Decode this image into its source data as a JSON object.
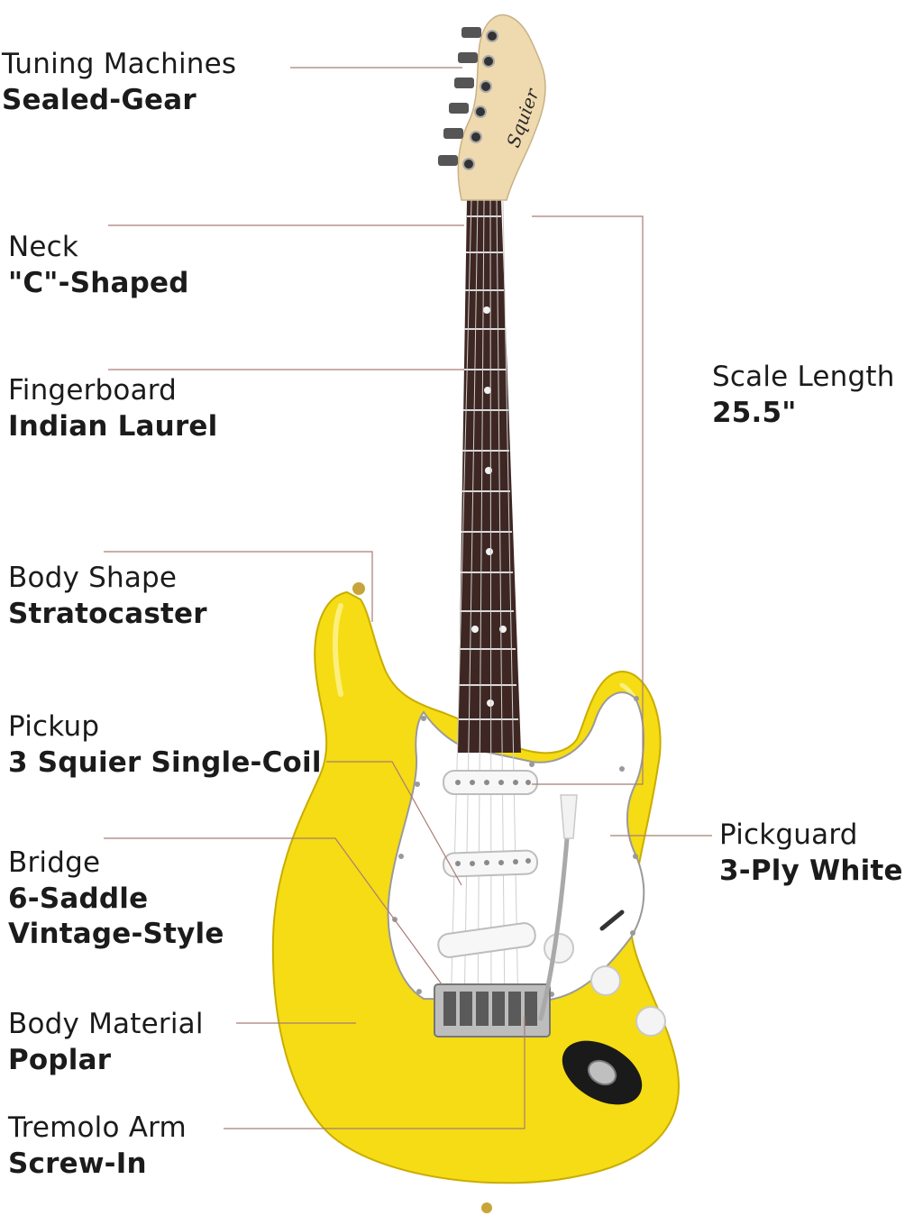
{
  "colors": {
    "body": "#f5dc14",
    "body_shade": "#d9bd00",
    "pickguard": "#ffffff",
    "fingerboard": "#3e2723",
    "headstock": "#efd9ae",
    "leader_line": "#a87d76",
    "text": "#1b1b1b"
  },
  "headstock_logo": "Squier",
  "labels": {
    "tuning": {
      "name": "Tuning Machines",
      "value": "Sealed-Gear"
    },
    "neck": {
      "name": "Neck",
      "value": "\"C\"-Shaped"
    },
    "fingerboard": {
      "name": "Fingerboard",
      "value": "Indian Laurel"
    },
    "body_shape": {
      "name": "Body Shape",
      "value": "Stratocaster"
    },
    "pickup": {
      "name": "Pickup",
      "value": "3 Squier Single-Coil"
    },
    "bridge": {
      "name": "Bridge",
      "value": "6-Saddle",
      "value2": "Vintage-Style"
    },
    "body_material": {
      "name": "Body Material",
      "value": "Poplar"
    },
    "tremolo": {
      "name": "Tremolo Arm",
      "value": "Screw-In"
    },
    "scale": {
      "name": "Scale Length",
      "value": "25.5\""
    },
    "pickguard": {
      "name": "Pickguard",
      "value": "3-Ply White"
    }
  }
}
